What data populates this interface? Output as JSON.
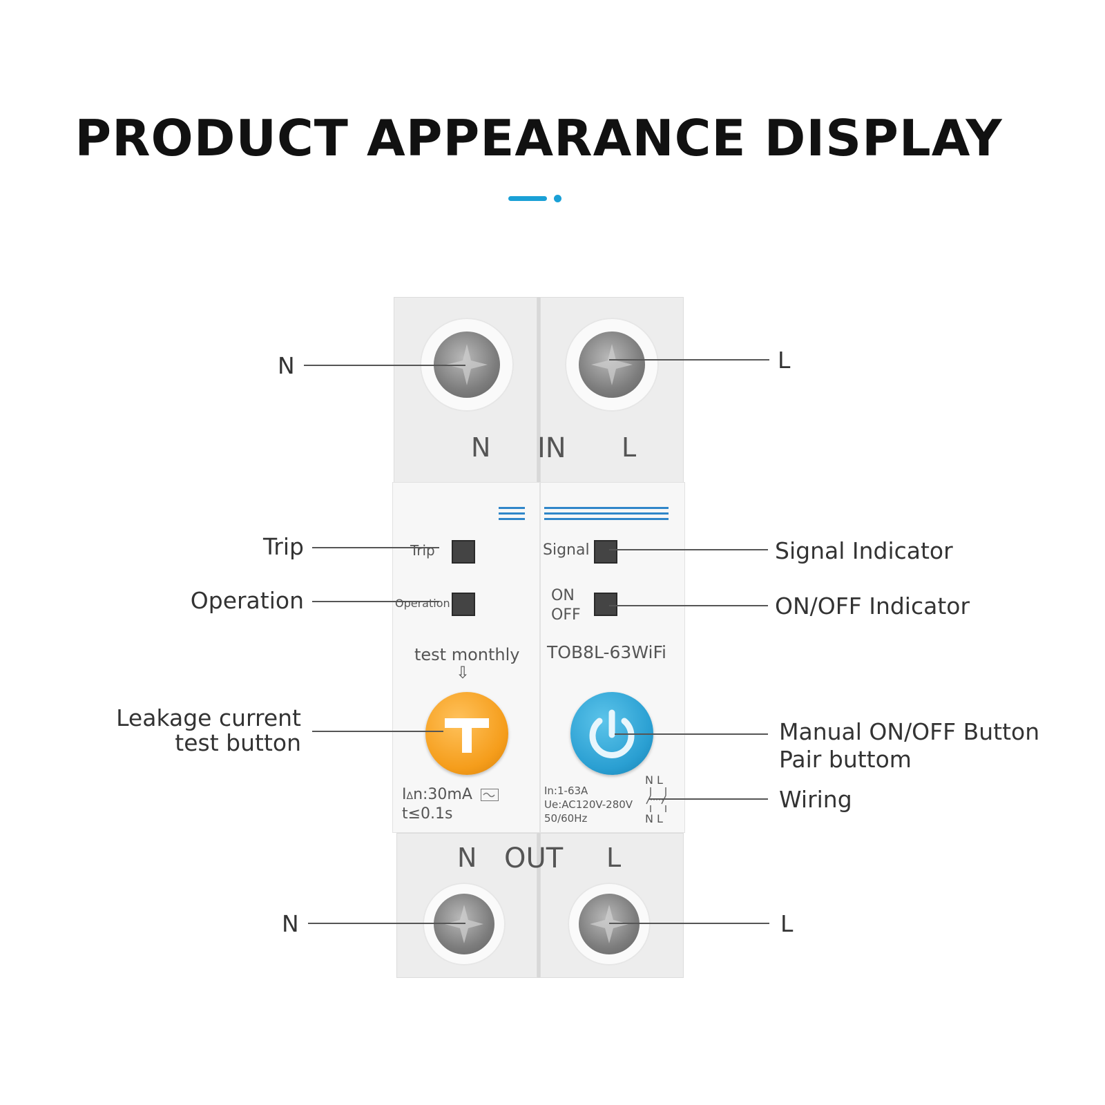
{
  "title": "PRODUCT APPEARANCE DISPLAY",
  "colors": {
    "accent": "#1aa0d6",
    "test_button": "#f59d1b",
    "power_button": "#2a9fd2",
    "stripes": "#2f86c9"
  },
  "callouts": {
    "top_n": "N",
    "top_l": "L",
    "trip": "Trip",
    "operation": "Operation",
    "signal_indicator": "Signal Indicator",
    "onoff_indicator": "ON/OFF Indicator",
    "leakage_line1": "Leakage current",
    "leakage_line2": "test button",
    "manual_line1": "Manual ON/OFF Button",
    "manual_line2": "Pair buttom",
    "wiring": "Wiring",
    "bottom_n": "N",
    "bottom_l": "L"
  },
  "device": {
    "in_n": "N",
    "in_label": "IN",
    "in_l": "L",
    "trip": "Trip",
    "operation": "Operation",
    "signal": "Signal",
    "on": "ON",
    "off": "OFF",
    "test_monthly": "test monthly",
    "arrow": "⇩",
    "model": "TOB8L-63WiFi",
    "leak_spec_prefix": "I",
    "leak_spec_sub": "Δ",
    "leak_spec_rest": "n:30mA",
    "time_spec": "t≤0.1s",
    "rating_in": "In:1-63A",
    "rating_ue": "Ue:AC120V-280V",
    "rating_hz": "50/60Hz",
    "wiring_top": "N L",
    "wiring_bottom": "N L",
    "out_n": "N",
    "out_label": "OUT",
    "out_l": "L"
  }
}
